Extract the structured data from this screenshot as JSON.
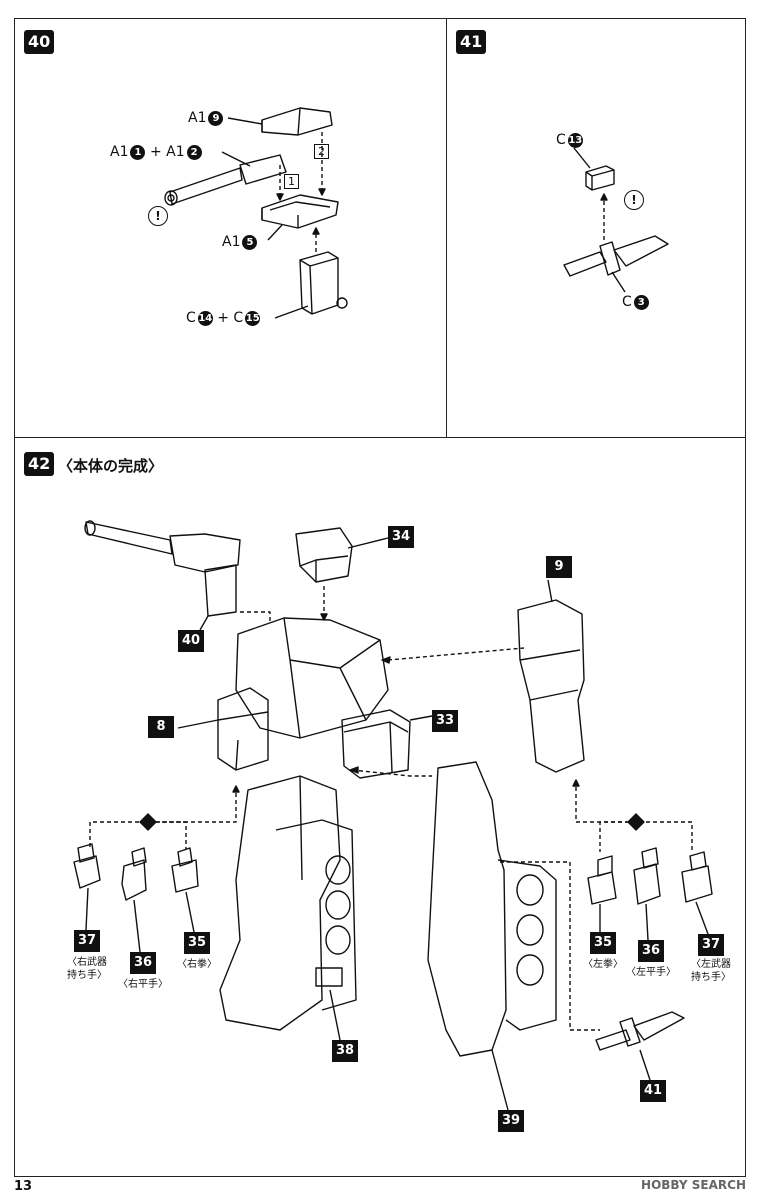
{
  "steps": {
    "s40": {
      "num": "40",
      "labels": {
        "a19": {
          "prefix": "A1",
          "part": "9"
        },
        "a112_p1": {
          "prefix": "A1",
          "part": "1"
        },
        "a112_plus": "+",
        "a112_p2": {
          "prefix": "A1",
          "part": "2"
        },
        "a15": {
          "prefix": "A1",
          "part": "5"
        },
        "c1415_p1": {
          "prefix": "C",
          "part": "14"
        },
        "c1415_plus": "+",
        "c1415_p2": {
          "prefix": "C",
          "part": "15"
        },
        "order1": "1",
        "order2": "2",
        "caution": "!"
      }
    },
    "s41": {
      "num": "41",
      "labels": {
        "c13": {
          "prefix": "C",
          "part": "13"
        },
        "c3": {
          "prefix": "C",
          "part": "3"
        },
        "caution": "!"
      }
    },
    "s42": {
      "num": "42",
      "title": "〈本体の完成〉",
      "tags": {
        "t34": "34",
        "t9": "9",
        "t40": "40",
        "t8": "8",
        "t33": "33",
        "t37l": "37",
        "t36l": "36",
        "t35l": "35",
        "t35r": "35",
        "t36r": "36",
        "t37r": "37",
        "t38": "38",
        "t39": "39",
        "t41": "41"
      },
      "hands": {
        "r37": "〈右武器\n持ち手〉",
        "r36": "〈右平手〉",
        "r35": "〈右拳〉",
        "l35": "〈左拳〉",
        "l36": "〈左平手〉",
        "l37": "〈左武器\n持ち手〉"
      }
    }
  },
  "footer": {
    "page": "13",
    "watermark": "HOBBY SEARCH"
  }
}
